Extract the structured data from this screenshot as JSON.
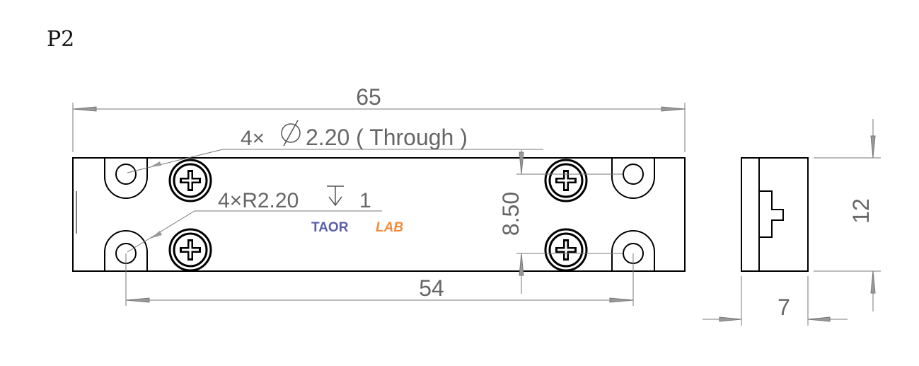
{
  "page_label": "P2",
  "dimensions": {
    "overall_length": "65",
    "hole_spacing": "54",
    "hole_pitch_vertical": "8.50",
    "height": "12",
    "depth": "7"
  },
  "callouts": {
    "through_hole_prefix": "4×",
    "through_hole_value": "2.20 ( Through )",
    "counterbore_prefix": "4×R2.20",
    "counterbore_depth": "1"
  },
  "watermark": {
    "part1": "TAOR",
    "part2": "LAB",
    "color1": "#5a5fa8",
    "color2": "#f08a3c"
  },
  "colors": {
    "outline": "#000000",
    "dimension": "#777777"
  }
}
